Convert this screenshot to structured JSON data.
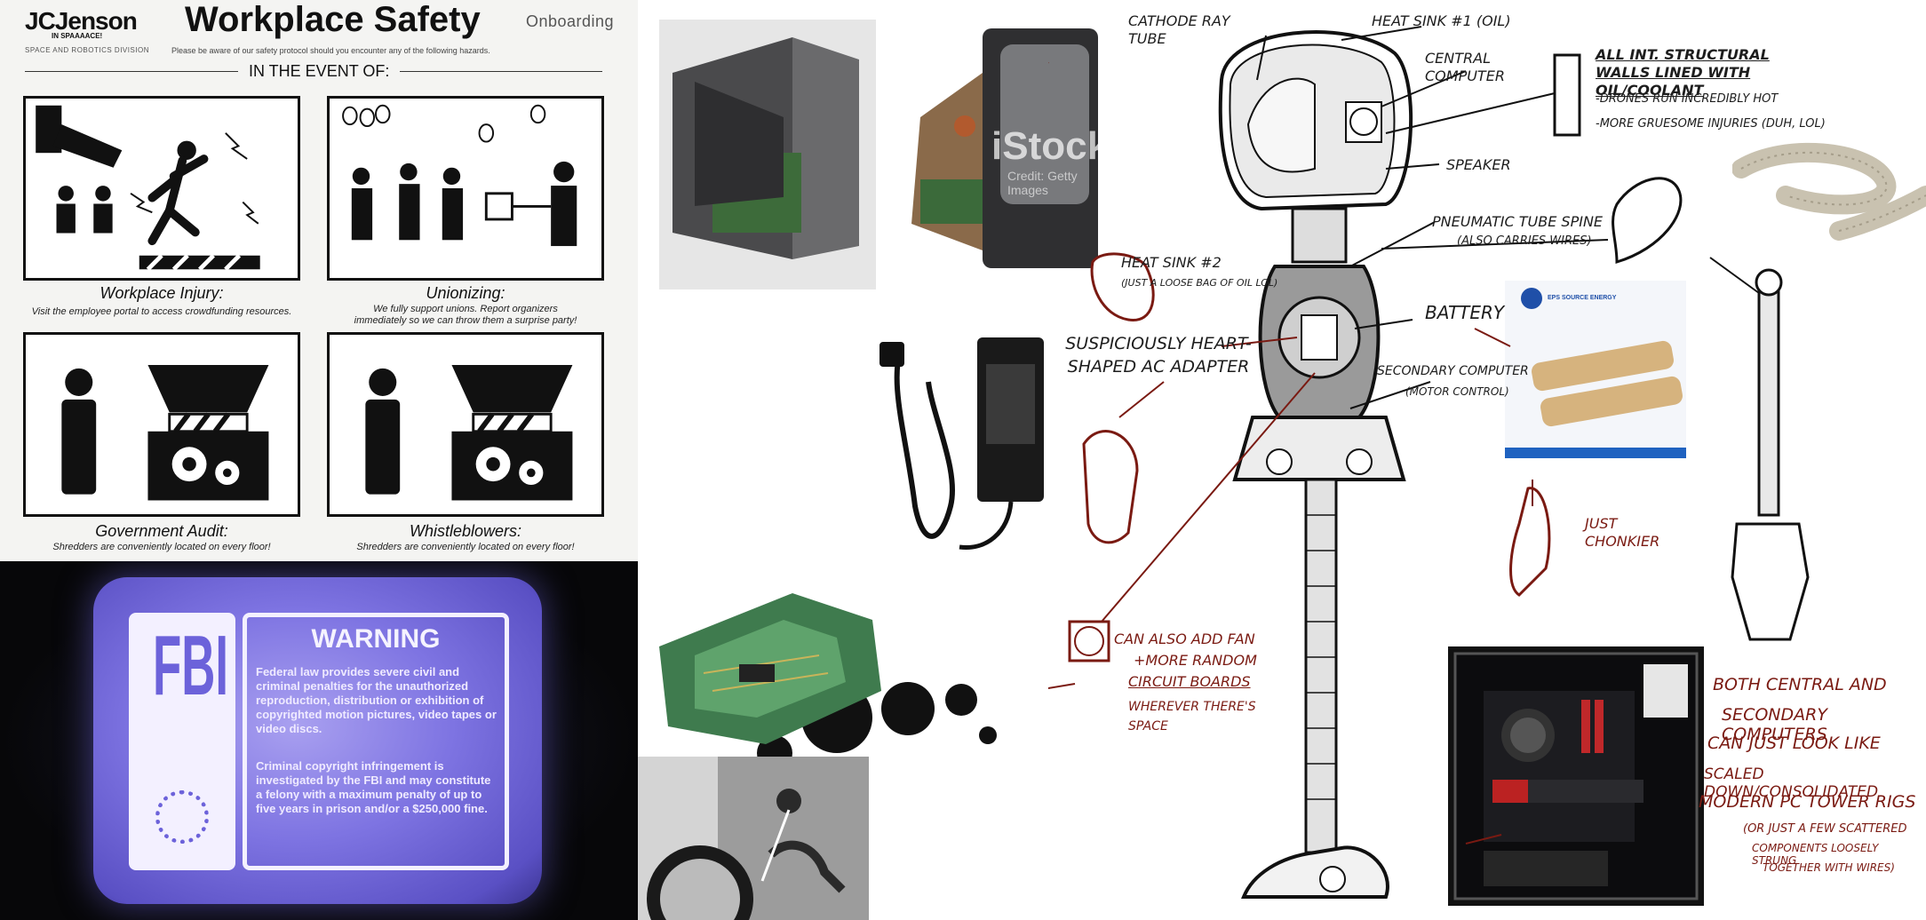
{
  "poster": {
    "logo": "JCJenson",
    "logo_tag": "IN SPAAAACE!",
    "division": "SPACE AND ROBOTICS DIVISION",
    "title": "Workplace Safety",
    "tag": "Onboarding",
    "note": "Please be aware of our safety protocol should you encounter any of the following hazards.",
    "event_header": "IN THE EVENT OF:",
    "panels": [
      {
        "caption": "Workplace Injury:",
        "sub": "Visit the employee portal to access crowdfunding resources."
      },
      {
        "caption": "Unionizing:",
        "sub": "We fully support unions. Report organizers immediately so we can throw them a surprise party!"
      },
      {
        "caption": "Government Audit:",
        "sub": "Shredders are conveniently located on every floor!"
      },
      {
        "caption": "Whistleblowers:",
        "sub": "Shredders are conveniently located on every floor!"
      }
    ]
  },
  "fbi": {
    "letters": "FBI",
    "title": "WARNING",
    "para1": "Federal law provides severe civil and criminal penalties for the unauthorized reproduction, distribution or exhibition of copyrighted motion pictures, video tapes or video discs.",
    "para2": "Criminal copyright infringement is investigated by the FBI and may constitute a felony with a maximum penalty of up to five years in prison and/or a $250,000 fine."
  },
  "watermark": {
    "main": "iStock.",
    "credit": "Credit: Getty Images"
  },
  "battery_brand": "EPS SOURCE ENERGY",
  "diagram": {
    "crt": "CATHODE RAY TUBE",
    "heatsink1": "HEAT SINK #1 (OIL)",
    "central": "CENTRAL COMPUTER",
    "walls_title": "ALL INT. STRUCTURAL WALLS LINED WITH OIL/COOLANT",
    "walls_note1": "-DRONES RUN INCREDIBLY HOT",
    "walls_note2": "-MORE GRUESOME INJURIES (DUH, LOL)",
    "speaker": "SPEAKER",
    "spine": "PNEUMATIC TUBE SPINE",
    "spine_note": "(ALSO CARRIES WIRES)",
    "heatsink2": "HEAT SINK #2",
    "heatsink2_note": "(JUST A LOOSE BAG OF OIL LOL)",
    "adapter": "SUSPICIOUSLY HEART-SHAPED AC ADAPTER",
    "battery": "BATTERY",
    "secondary": "SECONDARY COMPUTER",
    "secondary_note": "(MOTOR CONTROL)",
    "chonk": "JUST CHONKIER",
    "fan1": "CAN ALSO ADD FAN",
    "fan2": "+MORE RANDOM",
    "fan3": "CIRCUIT BOARDS",
    "fan4": "WHEREVER THERE'S",
    "fan5": "SPACE",
    "both1": "BOTH CENTRAL AND",
    "both2": "SECONDARY COMPUTERS",
    "both3": "CAN JUST LOOK LIKE",
    "both4": "SCALED DOWN/CONSOLIDATED",
    "both5": "MODERN PC TOWER RIGS",
    "both6": "(OR JUST A FEW SCATTERED",
    "both7": "COMPONENTS LOOSELY STRUNG",
    "both8": "TOGETHER WITH WIRES)"
  }
}
